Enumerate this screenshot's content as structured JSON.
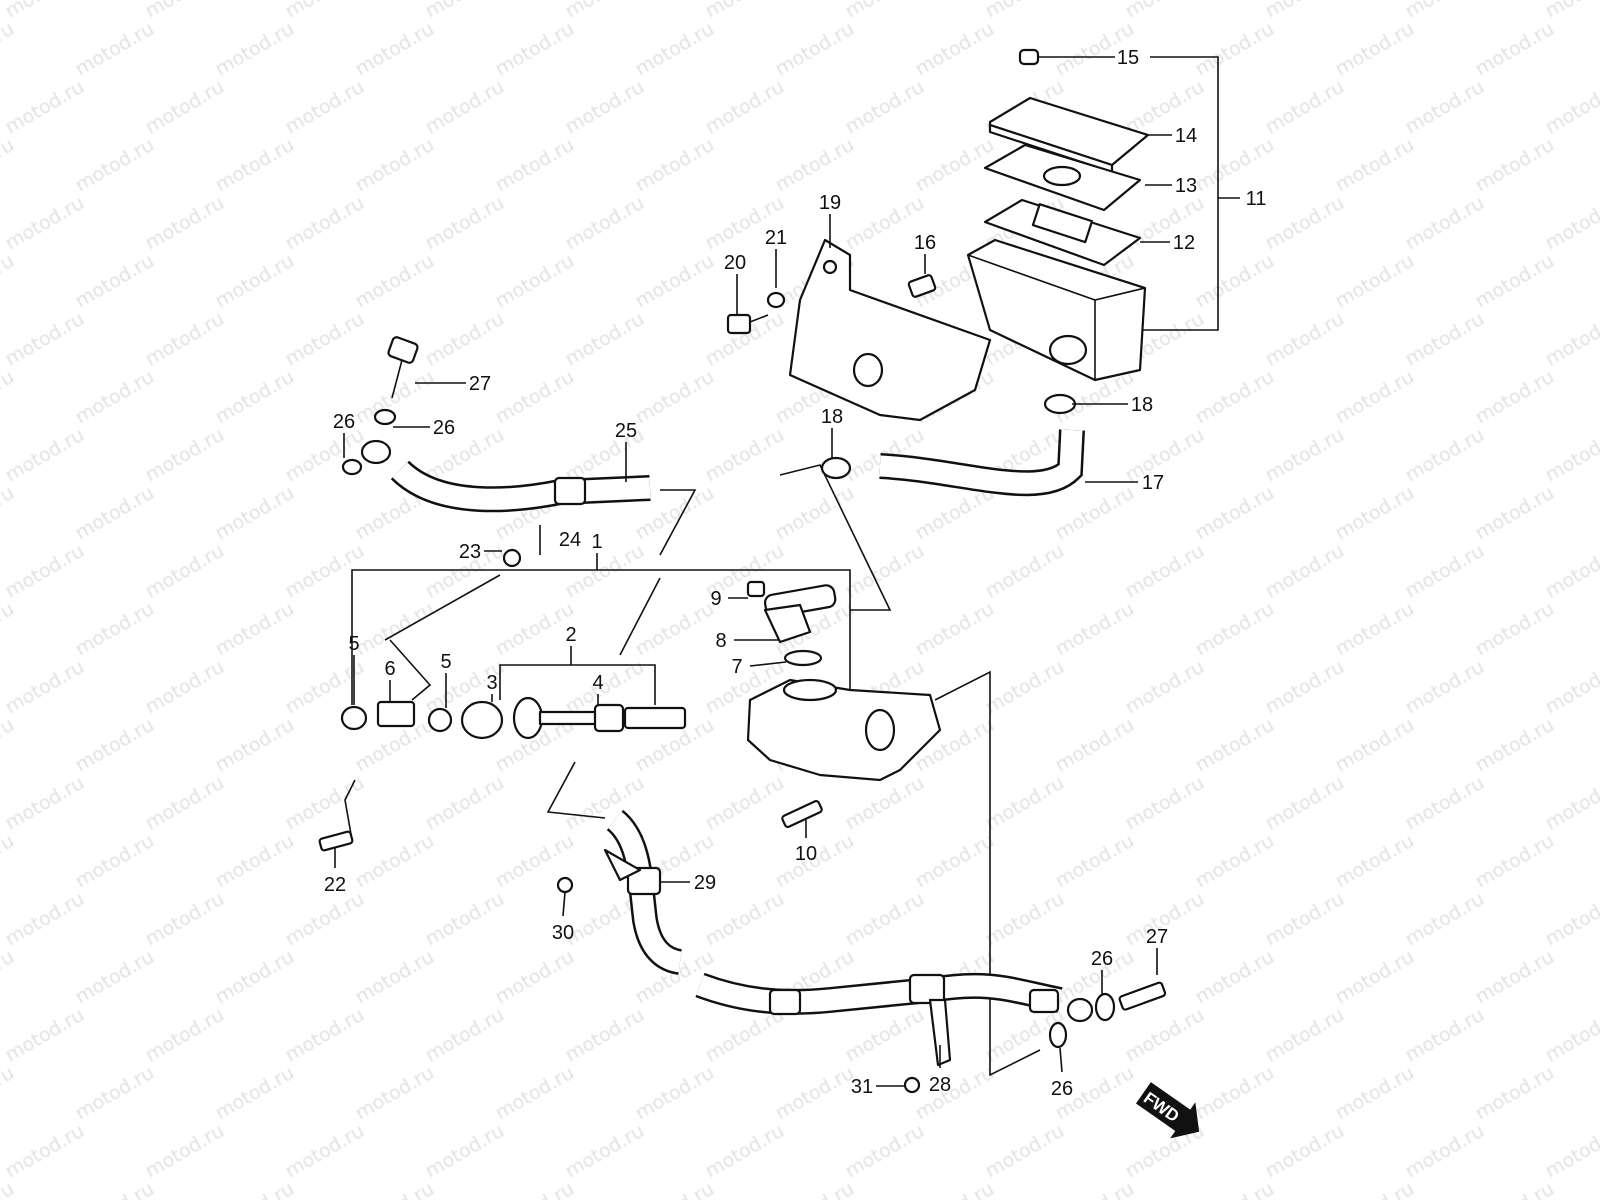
{
  "watermark": "motod.ru",
  "direction_marker": {
    "label": "FWD",
    "icon": "forward-arrow-icon"
  },
  "callouts": [
    "15",
    "14",
    "13",
    "12",
    "11",
    "19",
    "21",
    "20",
    "16",
    "18",
    "18",
    "17",
    "27",
    "26",
    "26",
    "25",
    "24",
    "23",
    "1",
    "5",
    "6",
    "5",
    "2",
    "3",
    "4",
    "9",
    "8",
    "7",
    "10",
    "22",
    "29",
    "30",
    "27",
    "26",
    "26",
    "31",
    "28"
  ]
}
